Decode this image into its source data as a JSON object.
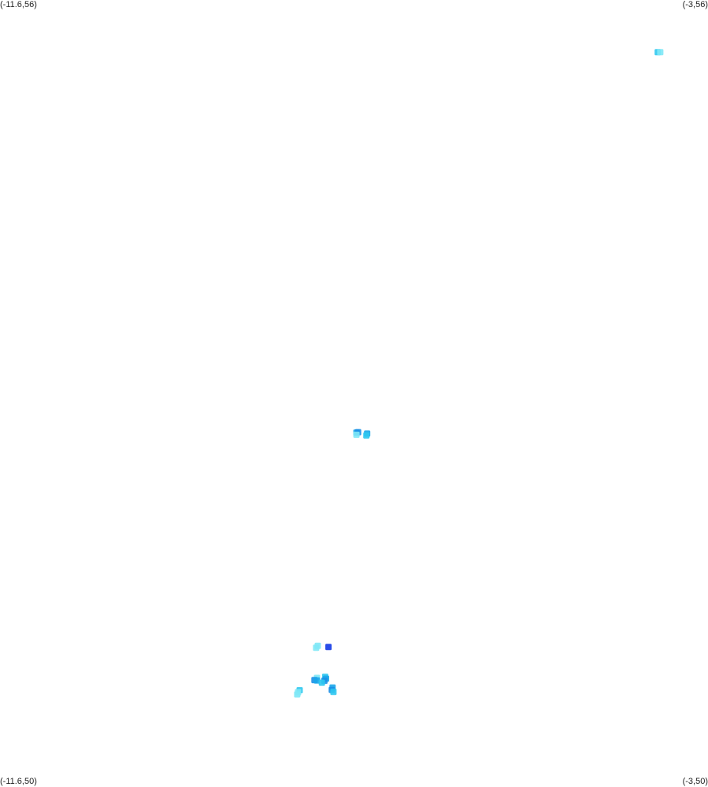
{
  "corners": {
    "top_left": "(-11.6,56)",
    "top_right": "(-3,56)",
    "bottom_left": "(-11.6,50)",
    "bottom_right": "(-3,50)"
  },
  "extent": {
    "lon_min": -11.6,
    "lon_max": -3,
    "lat_min": 50,
    "lat_max": 56
  },
  "palette": {
    "light_cyan": "#7fe8f6",
    "cyan": "#2fc8f0",
    "sky_blue": "#1aa6ea",
    "mid_blue": "#1a8fe6",
    "deep_blue": "#1238e6"
  },
  "points": [
    {
      "lon": -3.61,
      "lat": 55.602,
      "color": "cyan"
    },
    {
      "lon": -3.58,
      "lat": 55.602,
      "color": "light_cyan"
    },
    {
      "lon": -7.27,
      "lat": 52.702,
      "color": "sky_blue"
    },
    {
      "lon": -7.25,
      "lat": 52.705,
      "color": "mid_blue"
    },
    {
      "lon": -7.14,
      "lat": 52.694,
      "color": "sky_blue"
    },
    {
      "lon": -7.15,
      "lat": 52.68,
      "color": "cyan"
    },
    {
      "lon": -7.27,
      "lat": 52.685,
      "color": "light_cyan"
    },
    {
      "lon": -7.76,
      "lat": 51.062,
      "color": "light_cyan"
    },
    {
      "lon": -7.74,
      "lat": 51.076,
      "color": "light_cyan"
    },
    {
      "lon": -7.61,
      "lat": 51.068,
      "color": "deep_blue"
    },
    {
      "lon": -7.75,
      "lat": 50.832,
      "color": "light_cyan"
    },
    {
      "lon": -7.78,
      "lat": 50.815,
      "color": "mid_blue"
    },
    {
      "lon": -7.75,
      "lat": 50.812,
      "color": "sky_blue"
    },
    {
      "lon": -7.65,
      "lat": 50.84,
      "color": "cyan"
    },
    {
      "lon": -7.64,
      "lat": 50.826,
      "color": "sky_blue"
    },
    {
      "lon": -7.66,
      "lat": 50.81,
      "color": "mid_blue"
    },
    {
      "lon": -7.69,
      "lat": 50.795,
      "color": "cyan"
    },
    {
      "lon": -7.56,
      "lat": 50.758,
      "color": "sky_blue"
    },
    {
      "lon": -7.57,
      "lat": 50.74,
      "color": "mid_blue"
    },
    {
      "lon": -7.55,
      "lat": 50.725,
      "color": "cyan"
    },
    {
      "lon": -7.96,
      "lat": 50.738,
      "color": "cyan"
    },
    {
      "lon": -7.98,
      "lat": 50.722,
      "color": "light_cyan"
    },
    {
      "lon": -7.99,
      "lat": 50.706,
      "color": "light_cyan"
    }
  ]
}
